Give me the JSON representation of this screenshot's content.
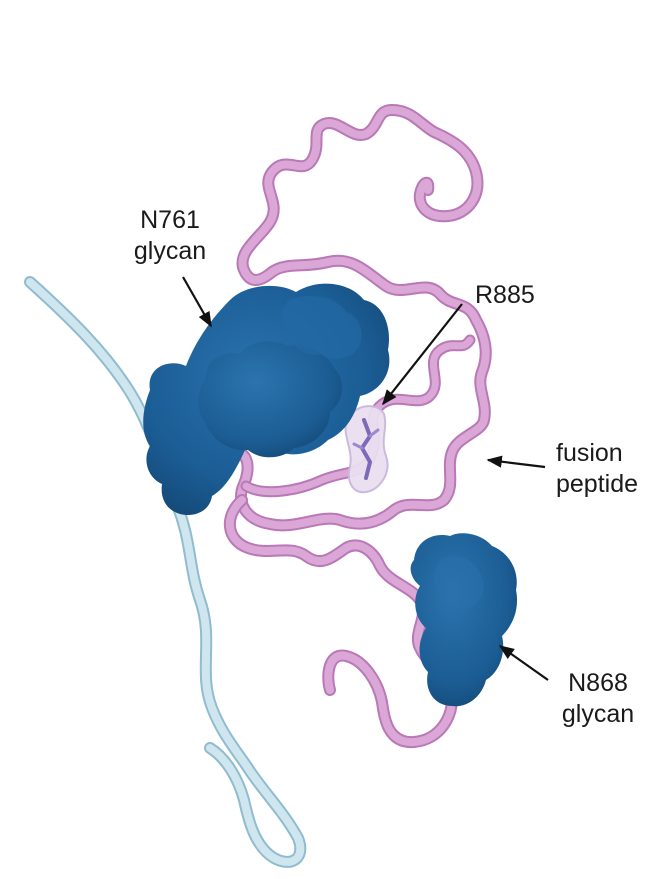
{
  "labels": {
    "n761": {
      "line1": "N761",
      "line2": "glycan"
    },
    "r885": "R885",
    "fusion": {
      "line1": "fusion",
      "line2": "peptide"
    },
    "n868": {
      "line1": "N868",
      "line2": "glycan"
    }
  },
  "colors": {
    "background": "#ffffff",
    "chain_a": "#d39ace",
    "chain_b": "#b9dbe7",
    "glycan": "#1b5d95",
    "residue": "#b7a4d6",
    "arrow": "#111111",
    "text": "#1a1a1a"
  }
}
